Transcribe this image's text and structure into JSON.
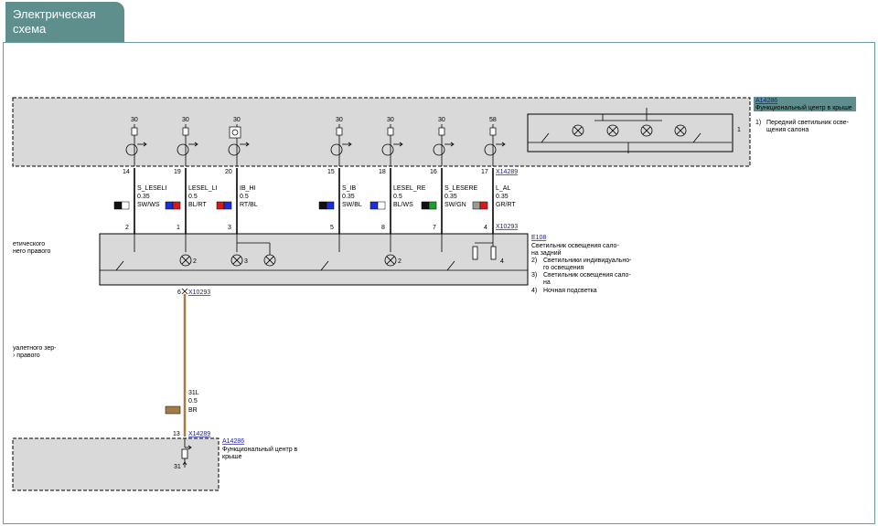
{
  "header": {
    "title_line1": "Электрическая",
    "title_line2": "схема"
  },
  "units": {
    "roof_top": {
      "id": "A14286",
      "name": "Функциональный центр в крыше",
      "items": [
        "1)",
        "Передний светильник осве-",
        "щения салона"
      ]
    },
    "rear_light": {
      "id": "E108",
      "desc_lines": [
        "Светильник освещения сало-",
        "на задний",
        "2)",
        "Светильники индивидуально-",
        "го освещения",
        "3)",
        "Светильник освещения сало-",
        "на",
        "4)",
        "Ночная подсветка"
      ]
    },
    "roof_bottom": {
      "id": "A14286",
      "name_lines": [
        "Функциональный центр в",
        "крыше"
      ]
    }
  },
  "connectors": {
    "top": "X14289",
    "mid": "X10293",
    "bottom_mid": "X10293",
    "bottom": "X14289"
  },
  "pins_top": [
    "14",
    "19",
    "20",
    "15",
    "18",
    "16",
    "17"
  ],
  "pins_bottom": [
    "2",
    "1",
    "3",
    "5",
    "8",
    "7",
    "4"
  ],
  "supply": [
    "30",
    "30",
    "30",
    "30",
    "30",
    "30",
    "58"
  ],
  "wires": [
    {
      "signal": "S_LESELI",
      "gauge": "0.35",
      "color": "SW/WS",
      "c1": "#111111",
      "c2": "#ffffff"
    },
    {
      "signal": "LESEL_LI",
      "gauge": "0.5",
      "color": "BL/RT",
      "c1": "#1a2fd6",
      "c2": "#d61a1a"
    },
    {
      "signal": "IB_HI",
      "gauge": "0.5",
      "color": "RT/BL",
      "c1": "#d61a1a",
      "c2": "#1a2fd6"
    },
    {
      "signal": "S_IB",
      "gauge": "0.35",
      "color": "SW/BL",
      "c1": "#111111",
      "c2": "#1a2fd6"
    },
    {
      "signal": "LESEL_RE",
      "gauge": "0.5",
      "color": "BL/WS",
      "c1": "#1a2fd6",
      "c2": "#ffffff"
    },
    {
      "signal": "S_LESERE",
      "gauge": "0.35",
      "color": "SW/GN",
      "c1": "#111111",
      "c2": "#1aa02a"
    },
    {
      "signal": "L_AL",
      "gauge": "0.35",
      "color": "GR/RT",
      "c1": "#9a9a9a",
      "c2": "#d61a1a"
    }
  ],
  "lamp_labels": [
    "2",
    "3",
    "2",
    "4"
  ],
  "ground_wire": {
    "pin_top": "6",
    "signal": "31L",
    "gauge": "0.5",
    "color": "BR",
    "swatch": "#a57a45",
    "pin_bottom": "13",
    "ground": "31"
  },
  "edge_labels": {
    "left1_line1": "етического",
    "left1_line2": "него правого",
    "left2_line1": "уалетного зер-",
    "left2_line2": "› правого"
  },
  "top_unit_pin": "1",
  "colors": {
    "box": "#d9d9d9",
    "wire": "#a57a45",
    "label_bg": "#5f8f8d"
  }
}
